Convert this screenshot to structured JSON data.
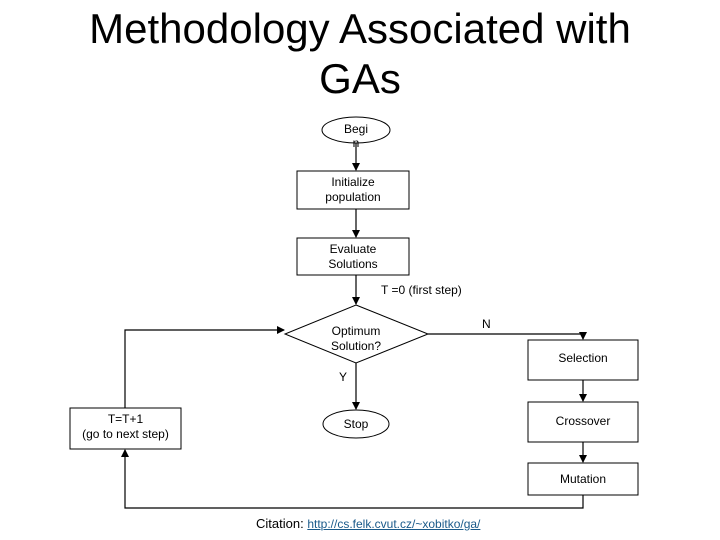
{
  "title": {
    "line1": "Methodology Associated with",
    "line2": "GAs"
  },
  "nodes": {
    "begin": {
      "line1": "Begi",
      "line2": "n"
    },
    "initialize": {
      "line1": "Initialize",
      "line2": "population"
    },
    "evaluate": {
      "line1": "Evaluate",
      "line2": "Solutions"
    },
    "optimum": {
      "line1": "Optimum",
      "line2": "Solution?"
    },
    "selection": "Selection",
    "crossover": "Crossover",
    "mutation": "Mutation",
    "stop": "Stop",
    "increment": {
      "line1": "T=T+1",
      "line2": "(go to next step)"
    }
  },
  "edge_labels": {
    "init_t": "T =0  (first step)",
    "no": "N",
    "yes": "Y"
  },
  "citation": {
    "label": "Citation: ",
    "link": "http://cs.felk.cvut.cz/~xobitko/ga/"
  },
  "colors": {
    "stroke": "#000000",
    "link": "#1a5a8a"
  }
}
